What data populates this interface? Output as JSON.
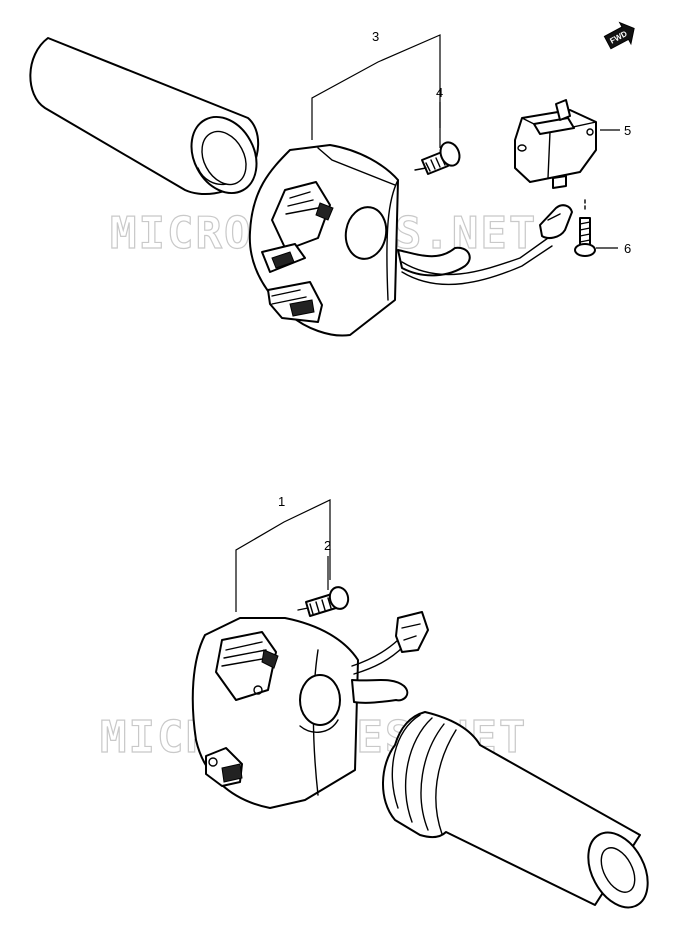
{
  "watermark": "MICROFICHES.NET",
  "fwd_label": "FWD",
  "callouts": [
    {
      "id": "1",
      "label": "1"
    },
    {
      "id": "2",
      "label": "2"
    },
    {
      "id": "3",
      "label": "3"
    },
    {
      "id": "4",
      "label": "4"
    },
    {
      "id": "5",
      "label": "5"
    },
    {
      "id": "6",
      "label": "6"
    }
  ]
}
